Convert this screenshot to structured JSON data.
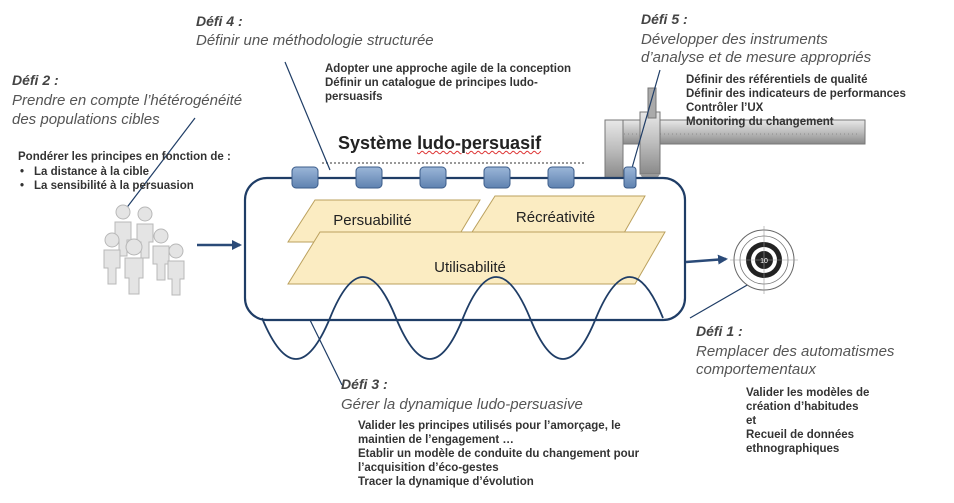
{
  "defi4": {
    "title": "Défi 4 :",
    "subtitle": "Définir une méthodologie structurée",
    "items": [
      "Adopter une approche agile de la conception",
      "Définir un catalogue de principes ludo-",
      "persuasifs"
    ]
  },
  "defi5": {
    "title": "Défi 5 :",
    "subtitle_line1": "Développer des instruments",
    "subtitle_line2": "d’analyse  et de mesure appropriés",
    "items": [
      "Définir des référentiels de qualité",
      "Définir des indicateurs de performances",
      "Contrôler l’UX",
      "Monitoring du changement"
    ]
  },
  "defi2": {
    "title": "Défi 2 :",
    "subtitle_line1": "Prendre en compte l’hétérogénéité",
    "subtitle_line2": "des populations cibles",
    "lead": "Pondérer les principes en fonction de :",
    "items": [
      "La distance à la cible",
      "La sensibilité à la persuasion"
    ]
  },
  "system": {
    "title_prefix": "Système ",
    "title_squiggle": "ludo-persuasif",
    "persuabilite": "Persuabilité",
    "recreativite": "Récréativité",
    "utilisabilite": "Utilisabilité"
  },
  "defi1": {
    "title": "Défi 1 :",
    "subtitle_line1": "Remplacer des automatismes",
    "subtitle_line2": "comportementaux",
    "items": [
      "Valider les modèles de",
      "création d’habitudes",
      "et",
      "Recueil de données",
      "ethnographiques"
    ]
  },
  "defi3": {
    "title": "Défi 3 :",
    "subtitle": "Gérer la dynamique ludo-persuasive",
    "items": [
      "Valider les principes utilisés  pour l’amorçage, le",
      "maintien de l’engagement …",
      "Etablir un modèle de conduite du changement pour",
      "l’acquisition d’éco-gestes",
      "Tracer la dynamique d’évolution"
    ]
  },
  "target": {
    "center_number": "10"
  },
  "colors": {
    "box_border": "#1f3d66",
    "chip_fill": "#7a9cc6",
    "plane_fill": "#fbecc2",
    "arrow": "#2a4a78"
  }
}
